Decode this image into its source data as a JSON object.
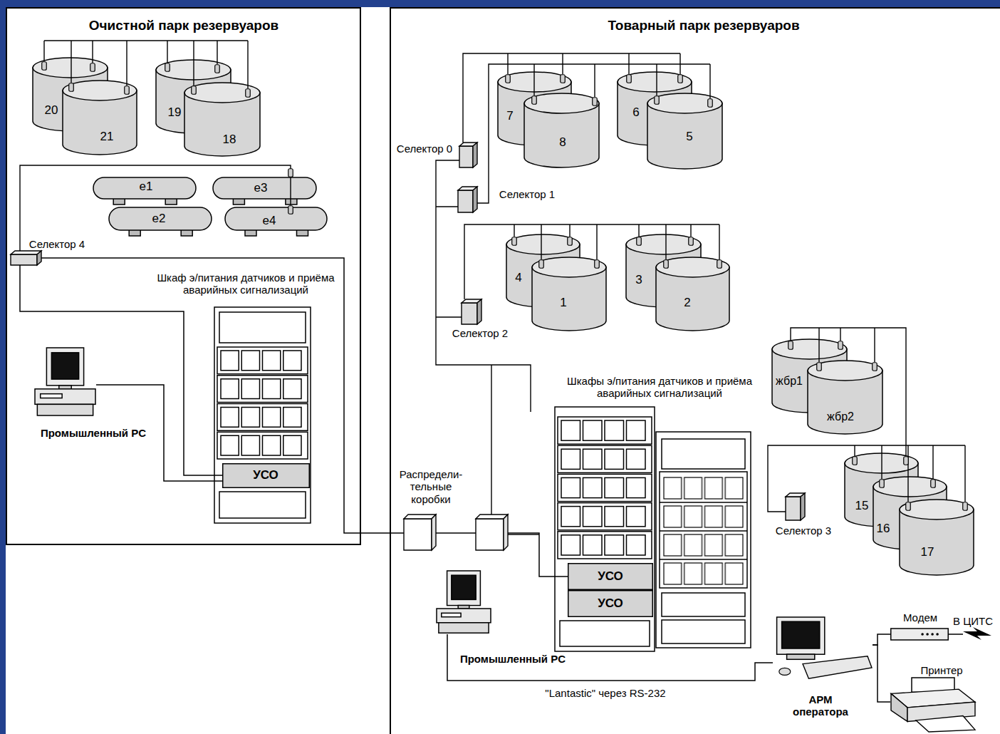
{
  "diagram": {
    "nodes": [
      {
        "text": [
          "Очистной парк резервуаров"
        ]
      },
      {
        "text": [
          "20"
        ],
        "in": 0
      },
      {
        "text": [
          "21"
        ],
        "in": 0
      },
      {
        "text": [
          "19"
        ],
        "in": 0
      },
      {
        "text": [
          "18"
        ],
        "in": 0
      },
      {
        "text": [
          "е1"
        ],
        "in": 0
      },
      {
        "text": [
          "е3"
        ],
        "in": 0
      },
      {
        "text": [
          "е2"
        ],
        "in": 0
      },
      {
        "text": [
          "е4"
        ],
        "in": 0
      },
      {
        "text": [
          "Селектор 4"
        ],
        "in": 0
      },
      {
        "text": [
          "Шкаф э/питания датчиков и приёма аварийных сигнализаций"
        ],
        "in": 0
      },
      {
        "text": [
          "УСО"
        ],
        "in": 10
      },
      {
        "text": [
          "Промышленный PC"
        ],
        "in": 0
      },
      {
        "text": [
          "Товарный парк резервуаров"
        ]
      },
      {
        "text": [
          "Селектор 0"
        ],
        "in": 13
      },
      {
        "text": [
          "7"
        ],
        "in": 13
      },
      {
        "text": [
          "8"
        ],
        "in": 13
      },
      {
        "text": [
          "6"
        ],
        "in": 13
      },
      {
        "text": [
          "5"
        ],
        "in": 13
      },
      {
        "text": [
          "Селектор 1"
        ],
        "in": 13
      },
      {
        "text": [
          "4"
        ],
        "in": 13
      },
      {
        "text": [
          "1"
        ],
        "in": 13
      },
      {
        "text": [
          "3"
        ],
        "in": 13
      },
      {
        "text": [
          "2"
        ],
        "in": 13
      },
      {
        "text": [
          "Селектор 2"
        ],
        "in": 13
      },
      {
        "text": [
          "жбр1"
        ],
        "in": 13
      },
      {
        "text": [
          "жбр2"
        ],
        "in": 13
      },
      {
        "text": [
          "Селектор 3"
        ],
        "in": 13
      },
      {
        "text": [
          "15"
        ],
        "in": 13
      },
      {
        "text": [
          "16"
        ],
        "in": 13
      },
      {
        "text": [
          "17"
        ],
        "in": 13
      },
      {
        "text": [
          "Распредели- тельные коробки"
        ],
        "in": 13
      },
      {
        "text": [
          "Шкафы э/питания датчиков и приёма аварийных сигнализаций"
        ],
        "in": 13
      },
      {
        "text": [
          "УСО"
        ],
        "in": 32
      },
      {
        "text": [
          "УСО"
        ],
        "in": 32
      },
      {
        "text": [
          "Промышленный PC"
        ],
        "in": 13
      },
      {
        "text": [
          "АРМ оператора"
        ],
        "in": 13
      },
      {
        "text": [
          "Модем"
        ],
        "in": 13
      },
      {
        "text": [
          "Принтер"
        ],
        "in": 13
      }
    ],
    "edges": [
      {
        "from": 9,
        "to": 31,
        "arrow": "none"
      },
      {
        "from": 9,
        "to": 11,
        "arrow": "none"
      },
      {
        "from": 12,
        "to": 11,
        "arrow": "none"
      },
      {
        "from": 31,
        "to": 33,
        "arrow": "none"
      },
      {
        "from": 35,
        "to": 36,
        "label": "\"Lantastic\" через RS-232",
        "arrow": "none"
      },
      {
        "from": 36,
        "to": 37,
        "arrow": "none"
      },
      {
        "from": 36,
        "to": 38,
        "arrow": "none"
      }
    ],
    "labels": [
      "В ЦИТС"
    ]
  }
}
